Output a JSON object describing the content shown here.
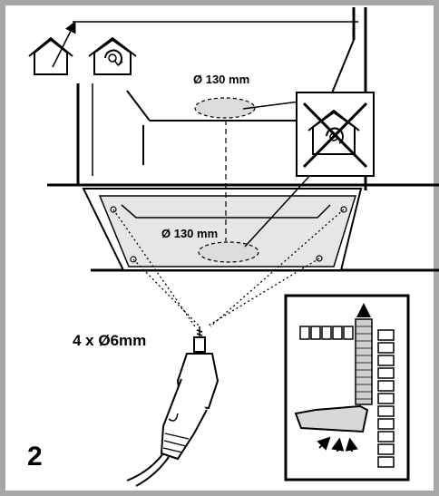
{
  "labels": {
    "ceiling_hole_diameter": "Ø 130 mm",
    "panel_hole_diameter": "Ø 130 mm",
    "drill_spec": "4 x Ø6mm",
    "step_number": "2"
  },
  "icons": {
    "mode_1": "extraction-mode-house-icon",
    "mode_2": "recirculation-mode-house-icon",
    "not_applicable": "recirculation-crossed-out-icon"
  },
  "colors": {
    "frame": "#a7a7a7",
    "panel_fill": "#e6e6e6",
    "line": "#000000"
  }
}
